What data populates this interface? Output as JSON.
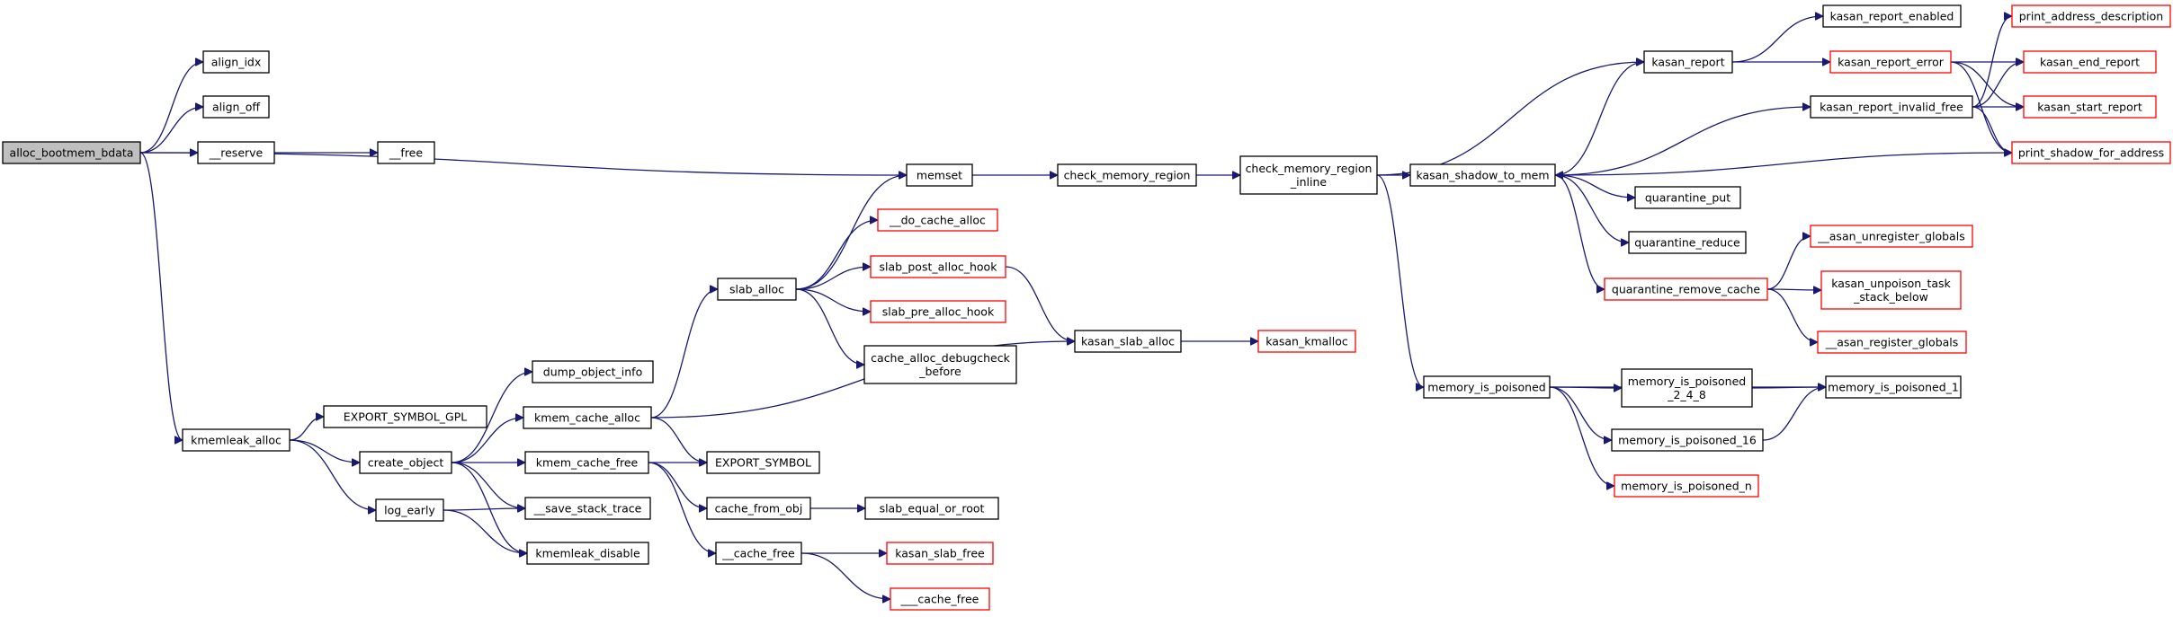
{
  "colors": {
    "edge": "#191970",
    "node_border": "#000000",
    "truncated_node_border": "#ff0000",
    "root_fill": "#bfbfbf",
    "node_fill": "#ffffff"
  },
  "nodes": [
    {
      "id": "alloc_bootmem_bdata",
      "lines": [
        "alloc_bootmem_bdata"
      ],
      "root": true
    },
    {
      "id": "align_idx",
      "lines": [
        "align_idx"
      ]
    },
    {
      "id": "align_off",
      "lines": [
        "align_off"
      ]
    },
    {
      "id": "__reserve",
      "lines": [
        "__reserve"
      ]
    },
    {
      "id": "__free",
      "lines": [
        "__free"
      ]
    },
    {
      "id": "kmemleak_alloc",
      "lines": [
        "kmemleak_alloc"
      ]
    },
    {
      "id": "EXPORT_SYMBOL_GPL",
      "lines": [
        "EXPORT_SYMBOL_GPL"
      ]
    },
    {
      "id": "create_object",
      "lines": [
        "create_object"
      ]
    },
    {
      "id": "log_early",
      "lines": [
        "log_early"
      ]
    },
    {
      "id": "dump_object_info",
      "lines": [
        "dump_object_info"
      ]
    },
    {
      "id": "kmem_cache_alloc",
      "lines": [
        "kmem_cache_alloc"
      ]
    },
    {
      "id": "kmem_cache_free",
      "lines": [
        "kmem_cache_free"
      ]
    },
    {
      "id": "__save_stack_trace",
      "lines": [
        "__save_stack_trace"
      ]
    },
    {
      "id": "kmemleak_disable",
      "lines": [
        "kmemleak_disable"
      ]
    },
    {
      "id": "EXPORT_SYMBOL",
      "lines": [
        "EXPORT_SYMBOL"
      ]
    },
    {
      "id": "cache_from_obj",
      "lines": [
        "cache_from_obj"
      ]
    },
    {
      "id": "___cache_free_mid",
      "lines": [
        "__cache_free"
      ]
    },
    {
      "id": "slab_alloc",
      "lines": [
        "slab_alloc"
      ]
    },
    {
      "id": "memset",
      "lines": [
        "memset"
      ]
    },
    {
      "id": "__do_cache_alloc",
      "lines": [
        "__do_cache_alloc"
      ],
      "truncated": true
    },
    {
      "id": "slab_post_alloc_hook",
      "lines": [
        "slab_post_alloc_hook"
      ],
      "truncated": true
    },
    {
      "id": "slab_pre_alloc_hook",
      "lines": [
        "slab_pre_alloc_hook"
      ],
      "truncated": true
    },
    {
      "id": "cache_alloc_debugcheck_before",
      "lines": [
        "cache_alloc_debugcheck",
        "_before"
      ]
    },
    {
      "id": "slab_equal_or_root",
      "lines": [
        "slab_equal_or_root"
      ]
    },
    {
      "id": "kasan_slab_free",
      "lines": [
        "kasan_slab_free"
      ],
      "truncated": true
    },
    {
      "id": "___cache_free",
      "lines": [
        "___cache_free"
      ],
      "truncated": true
    },
    {
      "id": "check_memory_region",
      "lines": [
        "check_memory_region"
      ]
    },
    {
      "id": "kasan_slab_alloc",
      "lines": [
        "kasan_slab_alloc"
      ]
    },
    {
      "id": "kasan_kmalloc",
      "lines": [
        "kasan_kmalloc"
      ],
      "truncated": true
    },
    {
      "id": "check_memory_region_inline",
      "lines": [
        "check_memory_region",
        "_inline"
      ]
    },
    {
      "id": "kasan_report",
      "lines": [
        "kasan_report"
      ]
    },
    {
      "id": "kasan_shadow_to_mem",
      "lines": [
        "kasan_shadow_to_mem"
      ]
    },
    {
      "id": "memory_is_poisoned",
      "lines": [
        "memory_is_poisoned"
      ]
    },
    {
      "id": "kasan_report_enabled",
      "lines": [
        "kasan_report_enabled"
      ]
    },
    {
      "id": "kasan_report_error",
      "lines": [
        "kasan_report_error"
      ],
      "truncated": true
    },
    {
      "id": "kasan_report_invalid_free",
      "lines": [
        "kasan_report_invalid_free"
      ]
    },
    {
      "id": "quarantine_put",
      "lines": [
        "quarantine_put"
      ]
    },
    {
      "id": "quarantine_reduce",
      "lines": [
        "quarantine_reduce"
      ]
    },
    {
      "id": "quarantine_remove_cache",
      "lines": [
        "quarantine_remove_cache"
      ],
      "truncated": true
    },
    {
      "id": "memory_is_poisoned_2_4_8",
      "lines": [
        "memory_is_poisoned",
        "_2_4_8"
      ]
    },
    {
      "id": "memory_is_poisoned_16",
      "lines": [
        "memory_is_poisoned_16"
      ]
    },
    {
      "id": "memory_is_poisoned_n",
      "lines": [
        "memory_is_poisoned_n"
      ],
      "truncated": true
    },
    {
      "id": "print_address_description",
      "lines": [
        "print_address_description"
      ],
      "truncated": true
    },
    {
      "id": "kasan_end_report",
      "lines": [
        "kasan_end_report"
      ],
      "truncated": true
    },
    {
      "id": "kasan_start_report",
      "lines": [
        "kasan_start_report"
      ],
      "truncated": true
    },
    {
      "id": "print_shadow_for_address",
      "lines": [
        "print_shadow_for_address"
      ],
      "truncated": true
    },
    {
      "id": "__asan_unregister_globals",
      "lines": [
        "__asan_unregister_globals"
      ],
      "truncated": true
    },
    {
      "id": "kasan_unpoison_task_stack_below",
      "lines": [
        "kasan_unpoison_task",
        "_stack_below"
      ],
      "truncated": true
    },
    {
      "id": "__asan_register_globals",
      "lines": [
        "__asan_register_globals"
      ],
      "truncated": true
    },
    {
      "id": "memory_is_poisoned_1",
      "lines": [
        "memory_is_poisoned_1"
      ]
    }
  ],
  "edges": [
    [
      "alloc_bootmem_bdata",
      "align_idx"
    ],
    [
      "alloc_bootmem_bdata",
      "align_off"
    ],
    [
      "alloc_bootmem_bdata",
      "__reserve"
    ],
    [
      "alloc_bootmem_bdata",
      "memset"
    ],
    [
      "alloc_bootmem_bdata",
      "kmemleak_alloc"
    ],
    [
      "__reserve",
      "__free"
    ],
    [
      "kmemleak_alloc",
      "EXPORT_SYMBOL_GPL"
    ],
    [
      "kmemleak_alloc",
      "create_object"
    ],
    [
      "kmemleak_alloc",
      "log_early"
    ],
    [
      "create_object",
      "dump_object_info"
    ],
    [
      "create_object",
      "kmem_cache_alloc"
    ],
    [
      "create_object",
      "kmem_cache_free"
    ],
    [
      "create_object",
      "__save_stack_trace"
    ],
    [
      "create_object",
      "kmemleak_disable"
    ],
    [
      "log_early",
      "__save_stack_trace"
    ],
    [
      "log_early",
      "kmemleak_disable"
    ],
    [
      "kmem_cache_alloc",
      "slab_alloc"
    ],
    [
      "kmem_cache_alloc",
      "kasan_slab_alloc"
    ],
    [
      "kmem_cache_alloc",
      "EXPORT_SYMBOL"
    ],
    [
      "kmem_cache_free",
      "EXPORT_SYMBOL"
    ],
    [
      "kmem_cache_free",
      "cache_from_obj"
    ],
    [
      "kmem_cache_free",
      "___cache_free_mid"
    ],
    [
      "cache_from_obj",
      "slab_equal_or_root"
    ],
    [
      "___cache_free_mid",
      "kasan_slab_free"
    ],
    [
      "___cache_free_mid",
      "___cache_free"
    ],
    [
      "slab_alloc",
      "memset"
    ],
    [
      "slab_alloc",
      "__do_cache_alloc"
    ],
    [
      "slab_alloc",
      "slab_post_alloc_hook"
    ],
    [
      "slab_alloc",
      "slab_pre_alloc_hook"
    ],
    [
      "slab_alloc",
      "cache_alloc_debugcheck_before"
    ],
    [
      "slab_post_alloc_hook",
      "kasan_slab_alloc"
    ],
    [
      "kasan_slab_alloc",
      "kasan_kmalloc"
    ],
    [
      "memset",
      "check_memory_region"
    ],
    [
      "check_memory_region",
      "check_memory_region_inline"
    ],
    [
      "check_memory_region_inline",
      "kasan_report"
    ],
    [
      "check_memory_region_inline",
      "kasan_shadow_to_mem"
    ],
    [
      "check_memory_region_inline",
      "memory_is_poisoned"
    ],
    [
      "kasan_shadow_to_mem",
      "kasan_report"
    ],
    [
      "kasan_shadow_to_mem",
      "kasan_report_invalid_free"
    ],
    [
      "kasan_shadow_to_mem",
      "quarantine_put"
    ],
    [
      "kasan_shadow_to_mem",
      "quarantine_reduce"
    ],
    [
      "kasan_shadow_to_mem",
      "quarantine_remove_cache"
    ],
    [
      "kasan_report",
      "kasan_report_enabled"
    ],
    [
      "kasan_report",
      "kasan_report_error"
    ],
    [
      "kasan_report_error",
      "kasan_end_report"
    ],
    [
      "kasan_report_error",
      "kasan_start_report"
    ],
    [
      "kasan_report_error",
      "print_shadow_for_address"
    ],
    [
      "kasan_report_invalid_free",
      "print_address_description"
    ],
    [
      "kasan_report_invalid_free",
      "kasan_end_report"
    ],
    [
      "kasan_report_invalid_free",
      "kasan_start_report"
    ],
    [
      "kasan_report_invalid_free",
      "print_shadow_for_address"
    ],
    [
      "print_shadow_for_address",
      "kasan_shadow_to_mem"
    ],
    [
      "quarantine_remove_cache",
      "__asan_unregister_globals"
    ],
    [
      "quarantine_remove_cache",
      "kasan_unpoison_task_stack_below"
    ],
    [
      "quarantine_remove_cache",
      "__asan_register_globals"
    ],
    [
      "memory_is_poisoned",
      "memory_is_poisoned_1"
    ],
    [
      "memory_is_poisoned",
      "memory_is_poisoned_2_4_8"
    ],
    [
      "memory_is_poisoned",
      "memory_is_poisoned_16"
    ],
    [
      "memory_is_poisoned",
      "memory_is_poisoned_n"
    ],
    [
      "memory_is_poisoned_2_4_8",
      "memory_is_poisoned_1"
    ],
    [
      "memory_is_poisoned_16",
      "memory_is_poisoned_1"
    ]
  ]
}
